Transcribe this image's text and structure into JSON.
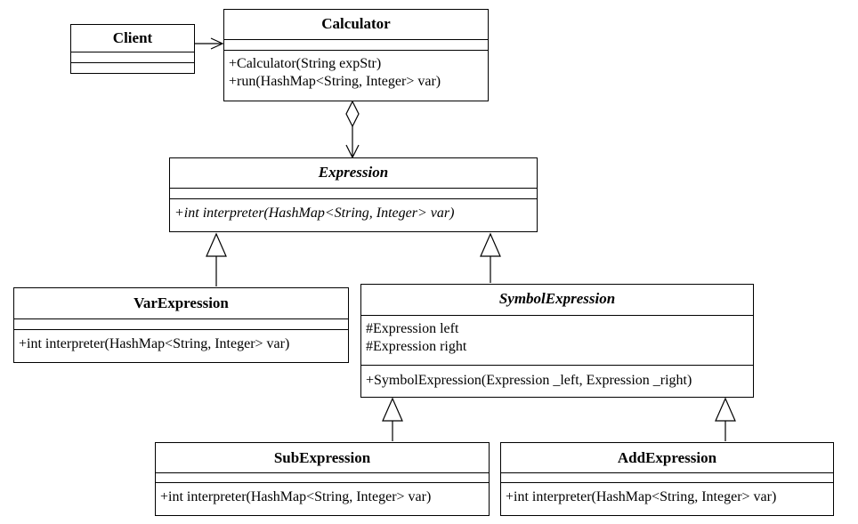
{
  "classes": {
    "client": {
      "name": "Client"
    },
    "calculator": {
      "name": "Calculator",
      "operations": [
        "+Calculator(String expStr)",
        "+run(HashMap<String, Integer> var)"
      ]
    },
    "expression": {
      "name": "Expression",
      "operations": [
        "+int interpreter(HashMap<String, Integer> var)"
      ]
    },
    "var_expression": {
      "name": "VarExpression",
      "operations": [
        "+int interpreter(HashMap<String, Integer> var)"
      ]
    },
    "symbol_expression": {
      "name": "SymbolExpression",
      "attributes": [
        "#Expression left",
        "#Expression right"
      ],
      "operations": [
        "+SymbolExpression(Expression _left, Expression _right)"
      ]
    },
    "sub_expression": {
      "name": "SubExpression",
      "operations": [
        "+int interpreter(HashMap<String, Integer> var)"
      ]
    },
    "add_expression": {
      "name": "AddExpression",
      "operations": [
        "+int interpreter(HashMap<String, Integer> var)"
      ]
    }
  },
  "relationships": [
    {
      "from": "Client",
      "to": "Calculator",
      "type": "association"
    },
    {
      "from": "Calculator",
      "to": "Expression",
      "type": "aggregation"
    },
    {
      "from": "VarExpression",
      "to": "Expression",
      "type": "generalization"
    },
    {
      "from": "SymbolExpression",
      "to": "Expression",
      "type": "generalization"
    },
    {
      "from": "SubExpression",
      "to": "SymbolExpression",
      "type": "generalization"
    },
    {
      "from": "AddExpression",
      "to": "SymbolExpression",
      "type": "generalization"
    }
  ]
}
